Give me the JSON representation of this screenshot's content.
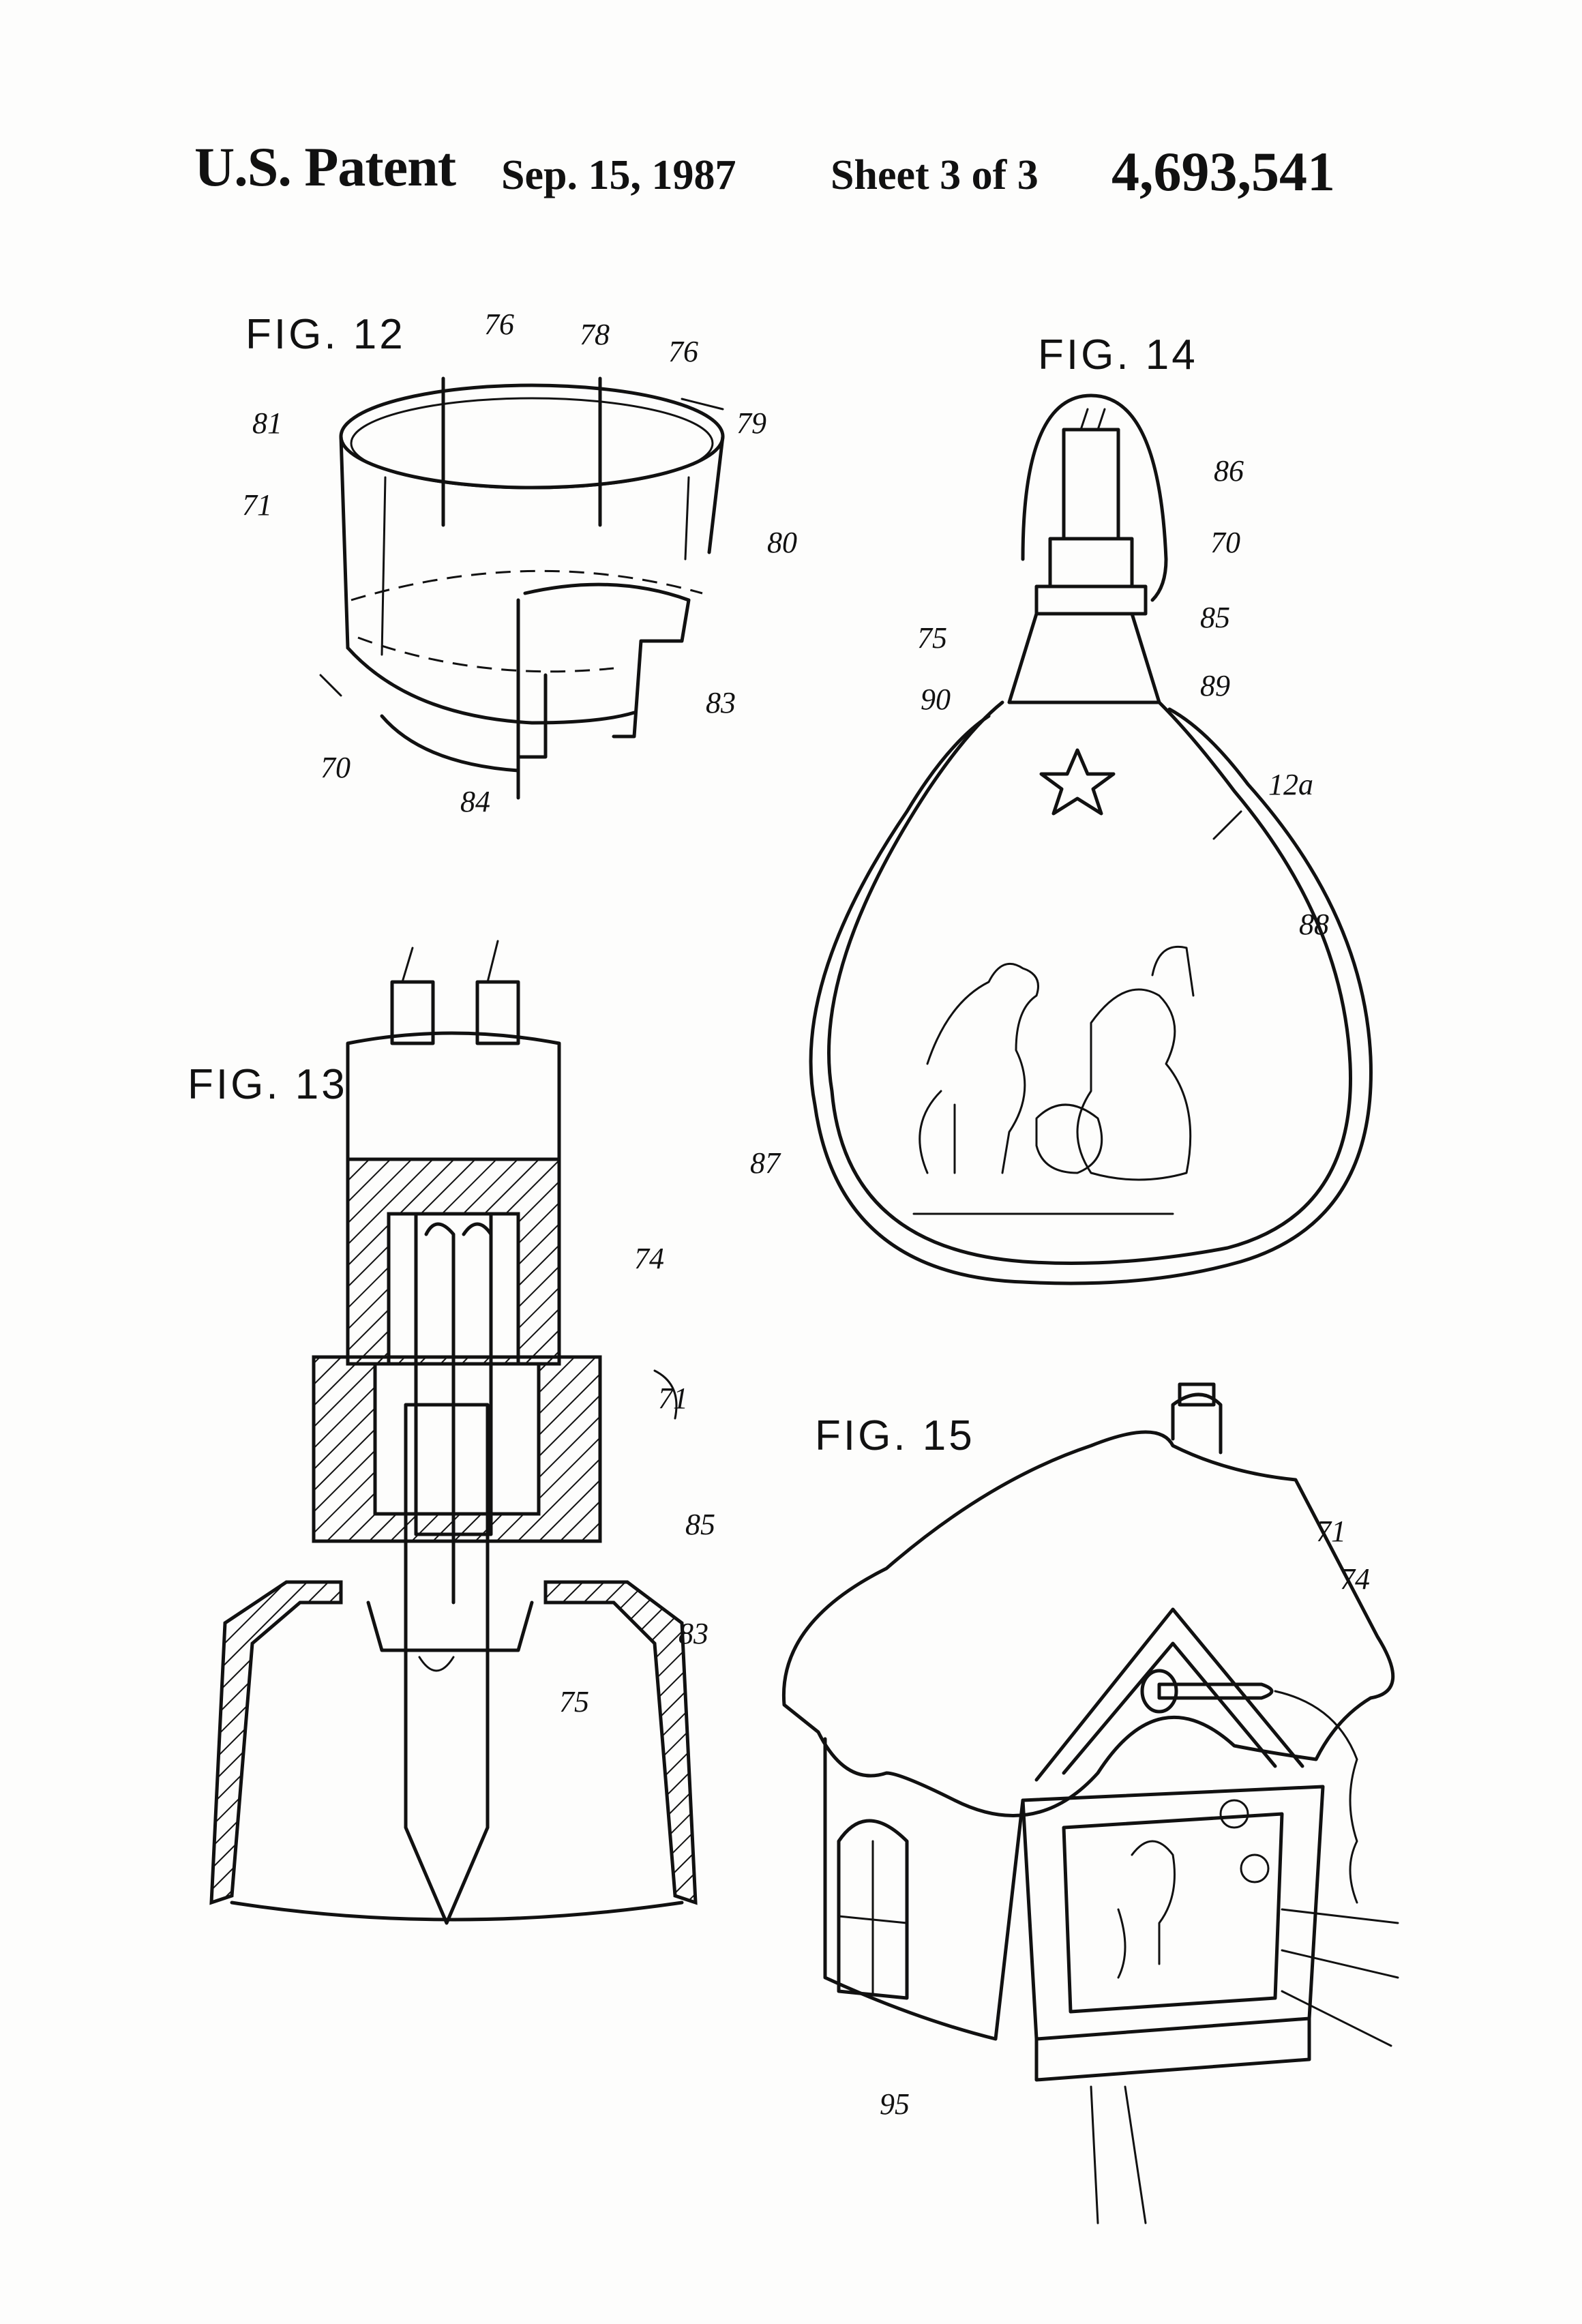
{
  "header": {
    "patent_label": "U.S. Patent",
    "date": "Sep. 15, 1987",
    "sheet": "Sheet 3 of 3",
    "patent_number": "4,693,541"
  },
  "figures": {
    "fig12": {
      "label": "FIG. 12",
      "refs": [
        "76",
        "78",
        "76",
        "81",
        "79",
        "71",
        "80",
        "83",
        "70",
        "84"
      ]
    },
    "fig13": {
      "label": "FIG. 13",
      "refs": [
        "74",
        "71",
        "85",
        "83",
        "75"
      ]
    },
    "fig14": {
      "label": "FIG. 14",
      "refs": [
        "86",
        "70",
        "75",
        "85",
        "90",
        "89",
        "12a",
        "88",
        "87"
      ]
    },
    "fig15": {
      "label": "FIG. 15",
      "refs": [
        "71",
        "74",
        "95"
      ]
    }
  }
}
